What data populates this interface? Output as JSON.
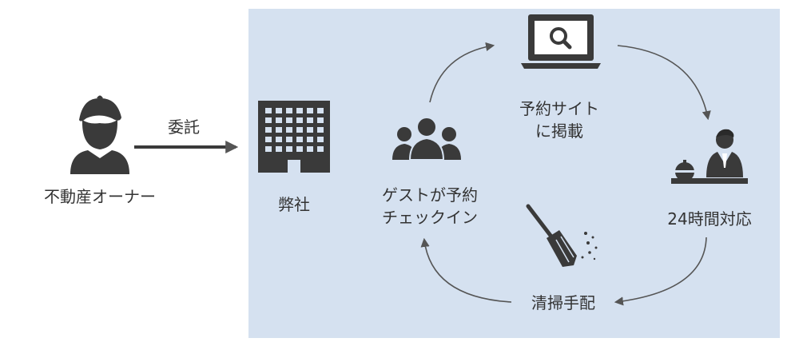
{
  "owner": {
    "label": "不動産オーナー",
    "icon": "person-with-beret-icon"
  },
  "delegation": {
    "label": "委託"
  },
  "company": {
    "label": "弊社",
    "icon": "office-building-icon"
  },
  "cycle": {
    "listing": {
      "line1": "予約サイト",
      "line2": "に掲載",
      "icon": "laptop-search-icon"
    },
    "support": {
      "label": "24時間対応",
      "icon": "receptionist-with-bell-icon"
    },
    "cleaning": {
      "label": "清掃手配",
      "icon": "broom-icon"
    },
    "guest": {
      "line1": "ゲストが予約",
      "line2": "チェックイン",
      "icon": "guest-group-icon"
    }
  },
  "colors": {
    "panel": "#d5e1f0",
    "icon": "#3a3a3a",
    "arrow": "#555555",
    "text": "#333333"
  }
}
